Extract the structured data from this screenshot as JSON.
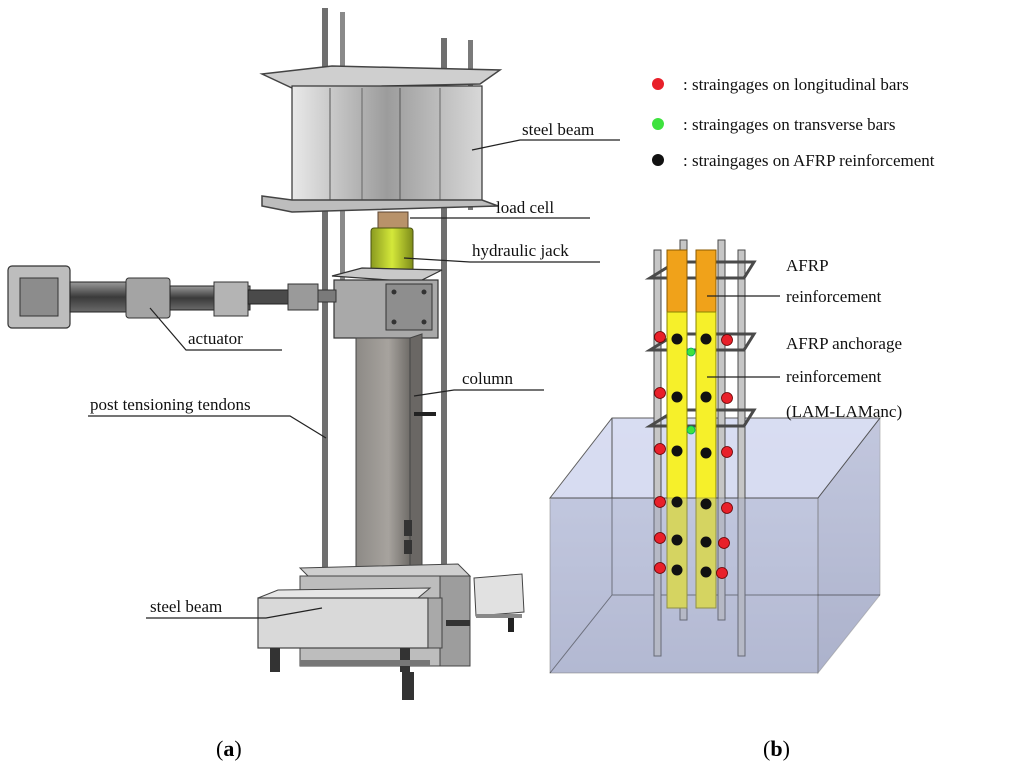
{
  "labels_a": {
    "steel_beam_top": "steel beam",
    "load_cell": "load cell",
    "hydraulic_jack": "hydraulic jack",
    "actuator": "actuator",
    "column": "column",
    "post_tensioning": "post tensioning tendons",
    "steel_beam_bottom": "steel beam"
  },
  "labels_b": {
    "afrp_line1": "AFRP",
    "afrp_line2": "reinforcement",
    "anch_line1": "AFRP anchorage",
    "anch_line2": "reinforcement",
    "anch_line3": "(LAM-LAManc)"
  },
  "legend": [
    {
      "text": ": straingages on longitudinal bars",
      "color": "#e8202a"
    },
    {
      "text": ": straingages on transverse bars",
      "color": "#3ee23e"
    },
    {
      "text": ": straingages on AFRP reinforcement",
      "color": "#111111"
    }
  ],
  "captions": {
    "a_open": "(",
    "a_letter": "a",
    "a_close": ")",
    "b_open": "(",
    "b_letter": "b",
    "b_close": ")"
  },
  "colors": {
    "afrp_orange": "#f0a21a",
    "afrp_yellow": "#f6f02a",
    "water_box": "#b3bcdc",
    "steel_grey": "#9a9a9a"
  }
}
